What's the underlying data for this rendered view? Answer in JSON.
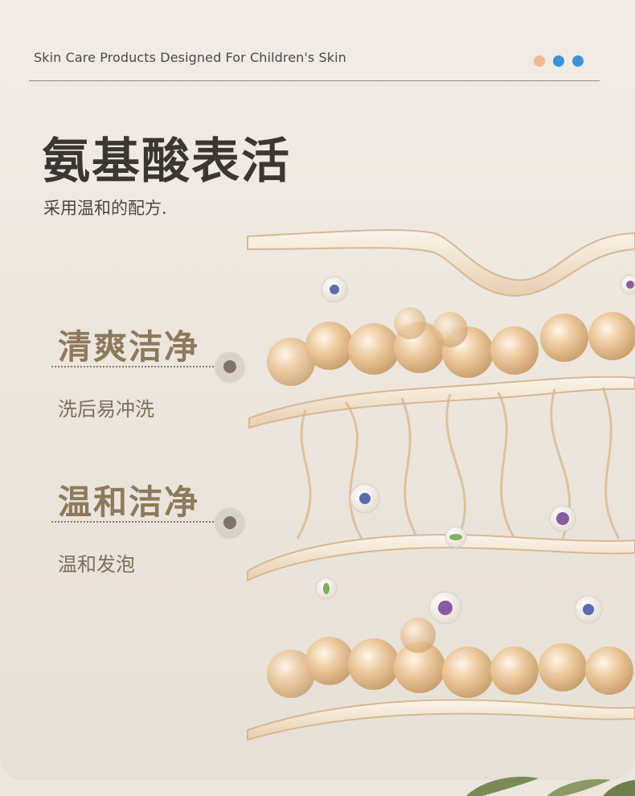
{
  "header": {
    "tagline": "Skin Care Products Designed For Children's Skin",
    "dot_colors": [
      "#f4b88e",
      "#3d92d6",
      "#3d92d6"
    ]
  },
  "hero": {
    "title": "氨基酸表活",
    "subtitle": "采用温和的配方."
  },
  "features": [
    {
      "title": "清爽洁净",
      "subtitle": "洗后易冲洗"
    },
    {
      "title": "温和洁净",
      "subtitle": "温和发泡"
    }
  ],
  "colors": {
    "background": "#ece6df",
    "title": "#3a3733",
    "feature_accent": "#8d7a5c",
    "bead": "#e9c89e"
  }
}
